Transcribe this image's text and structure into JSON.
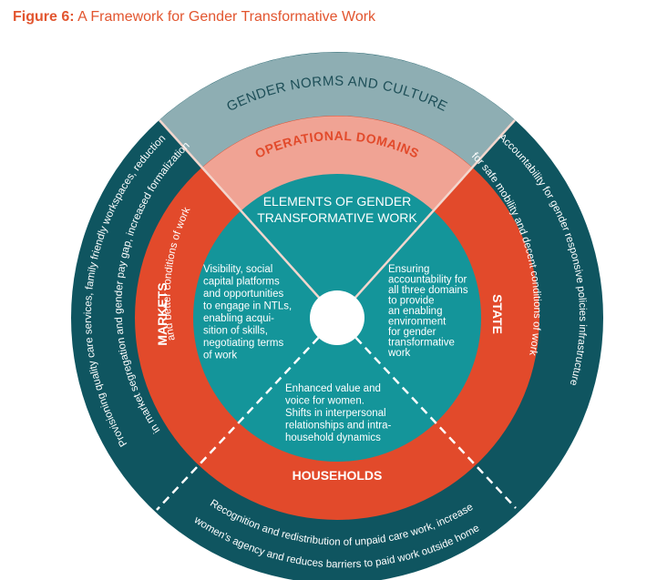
{
  "figure": {
    "label": "Figure 6:",
    "title": "A Framework for Gender Transformative Work"
  },
  "outer_ring": {
    "top_label": "GENDER NORMS AND CULTURE",
    "left_text_1": "Provisioning quality care services, family friendly workspaces, reduction",
    "left_text_2": "in market segregation and gender pay gap, increased formalization",
    "left_text_3": "and better conditions of work",
    "right_text_1": "Accountability for gender responsive policies infrastructure",
    "right_text_2": "for safe mobility and decent conditions of work",
    "bottom_text_1": "Recognition and redistribution of unpaid care work, increase",
    "bottom_text_2": "women's agency and reduces barriers to paid work outside home"
  },
  "domains_ring": {
    "top_label": "OPERATIONAL DOMAINS",
    "left_label": "MARKETS",
    "right_label": "STATE",
    "bottom_label": "HOUSEHOLDS"
  },
  "core": {
    "title_1": "ELEMENTS OF GENDER",
    "title_2": "TRANSFORMATIVE WORK",
    "left_lines": [
      "Visibility, social",
      "capital platforms",
      "and opportunities",
      "to engage in NTLs,",
      "enabling acqui-",
      "sition of skills,",
      "negotiating terms",
      "of work"
    ],
    "right_lines": [
      "Ensuring",
      "accountability for",
      "all three domains",
      "to provide",
      "an enabling",
      "environment",
      "for gender",
      "transformative",
      "work"
    ],
    "bottom_lines": [
      "Enhanced value and",
      "voice for women.",
      "Shifts in interpersonal",
      "relationships and intra-",
      "household dynamics"
    ]
  },
  "colors": {
    "title": "#e2552f",
    "outer_dark_teal": "#0f5560",
    "outer_light_teal": "#8eaeb3",
    "domains_red": "#e24a2b",
    "domains_salmon": "#f0a394",
    "core_teal": "#14959a",
    "white": "#ffffff"
  }
}
